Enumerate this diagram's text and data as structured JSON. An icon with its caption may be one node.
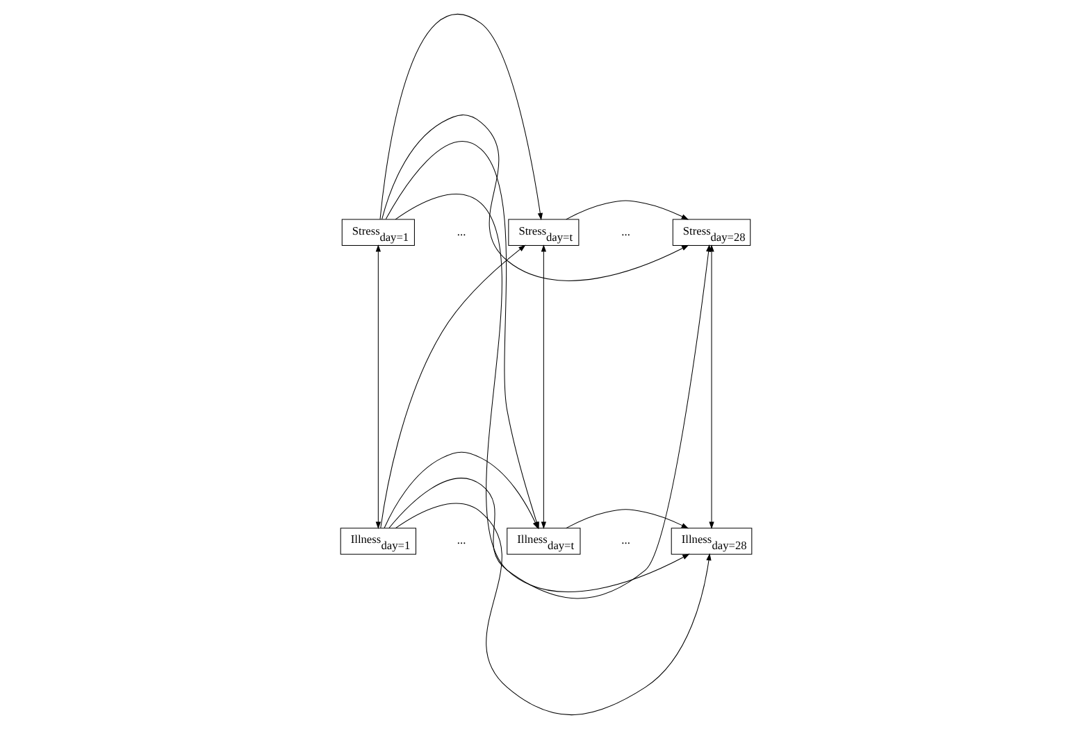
{
  "diagram": {
    "nodes": [
      {
        "text": [
          "Stress$_{day=1}$"
        ]
      },
      {
        "text": [
          "Stress$_{day=t}$"
        ]
      },
      {
        "text": [
          "Stress$_{day=28}$"
        ]
      },
      {
        "text": [
          "Illness$_{day=1}$"
        ]
      },
      {
        "text": [
          "Illness$_{day=t}$"
        ]
      },
      {
        "text": [
          "Illness$_{day=28}$"
        ]
      }
    ],
    "edges": [
      {
        "from": 0,
        "to": 2,
        "arrow": "to"
      },
      {
        "from": 0,
        "to": 1,
        "arrow": "to"
      },
      {
        "from": 1,
        "to": 2,
        "arrow": "to"
      },
      {
        "from": 0,
        "to": 3,
        "arrow": "both"
      },
      {
        "from": 1,
        "to": 4,
        "arrow": "both"
      },
      {
        "from": 2,
        "to": 5,
        "arrow": "both"
      },
      {
        "from": 0,
        "to": 4,
        "arrow": "to"
      },
      {
        "from": 0,
        "to": 5,
        "arrow": "to"
      },
      {
        "from": 3,
        "to": 1,
        "arrow": "to"
      },
      {
        "from": 3,
        "to": 2,
        "arrow": "to"
      },
      {
        "from": 3,
        "to": 4,
        "arrow": "to"
      },
      {
        "from": 4,
        "to": 5,
        "arrow": "to"
      },
      {
        "from": 3,
        "to": 5,
        "arrow": "to"
      }
    ],
    "labels": [
      "...",
      "...",
      "...",
      "..."
    ]
  }
}
